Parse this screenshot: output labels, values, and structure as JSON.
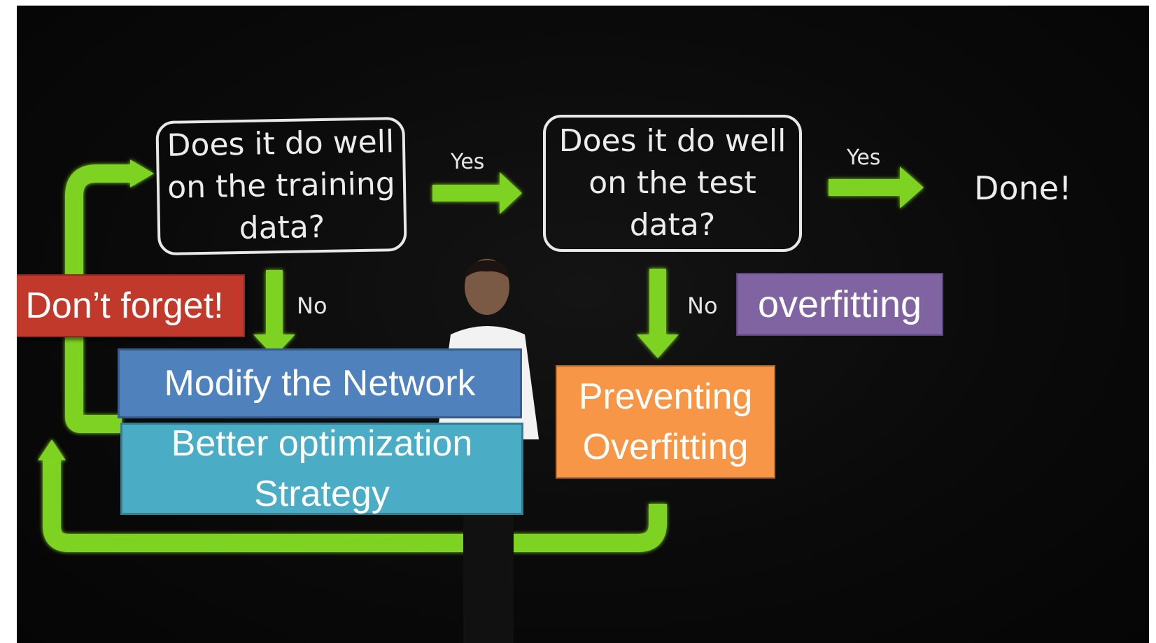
{
  "flowchart": {
    "question_training": [
      "Does it do well",
      "on the training",
      "data?"
    ],
    "question_test": [
      "Does it do well",
      "on the test",
      "data?"
    ],
    "yes_label_1": "Yes",
    "yes_label_2": "Yes",
    "no_label_1": "No",
    "no_label_2": "No",
    "done_label": "Done!"
  },
  "annotations": {
    "dont_forget": "Don’t forget!",
    "overfitting": "overfitting",
    "modify_network": "Modify the Network",
    "better_optimization": [
      "Better optimization",
      "Strategy"
    ],
    "preventing_overfitting": [
      "Preventing",
      "Overfitting"
    ]
  },
  "colors": {
    "background": "#0a0a0a",
    "arrow_green": "#7ed321",
    "box_border": "#e8e8e8",
    "dont_forget_red": "#c0392b",
    "overfitting_purple": "#8064a2",
    "modify_blue": "#4f81bd",
    "optimization_teal": "#4bacc6",
    "preventing_orange": "#f79646"
  }
}
